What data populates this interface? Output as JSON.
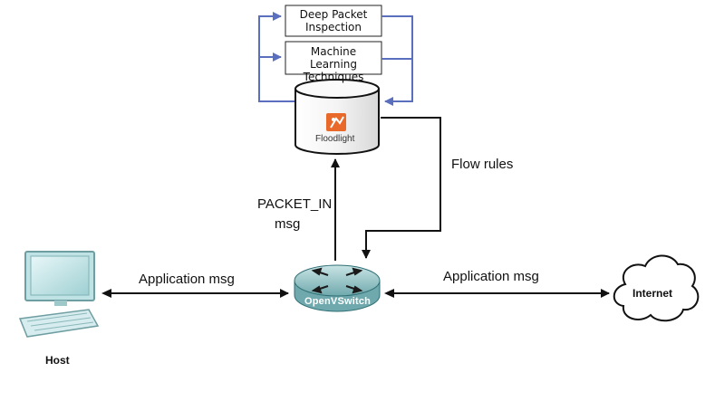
{
  "analysis": {
    "dpi_line1": "Deep Packet",
    "dpi_line2": "Inspection",
    "ml_line1": "Machine Learning",
    "ml_line2": "Techniques"
  },
  "controller": {
    "name": "Floodlight"
  },
  "switch": {
    "name": "OpenVSwitch"
  },
  "host": {
    "label": "Host"
  },
  "internet": {
    "label": "Internet"
  },
  "edges": {
    "flow_rules": "Flow rules",
    "packet_in_line1": "PACKET_IN",
    "packet_in_line2": "msg",
    "app_msg_left": "Application msg",
    "app_msg_right": "Application msg"
  },
  "colors": {
    "feedback_arrows": "#5b6fbf",
    "floodlight_logo": "#e8692a",
    "switch_body": "#8fc3c6"
  }
}
